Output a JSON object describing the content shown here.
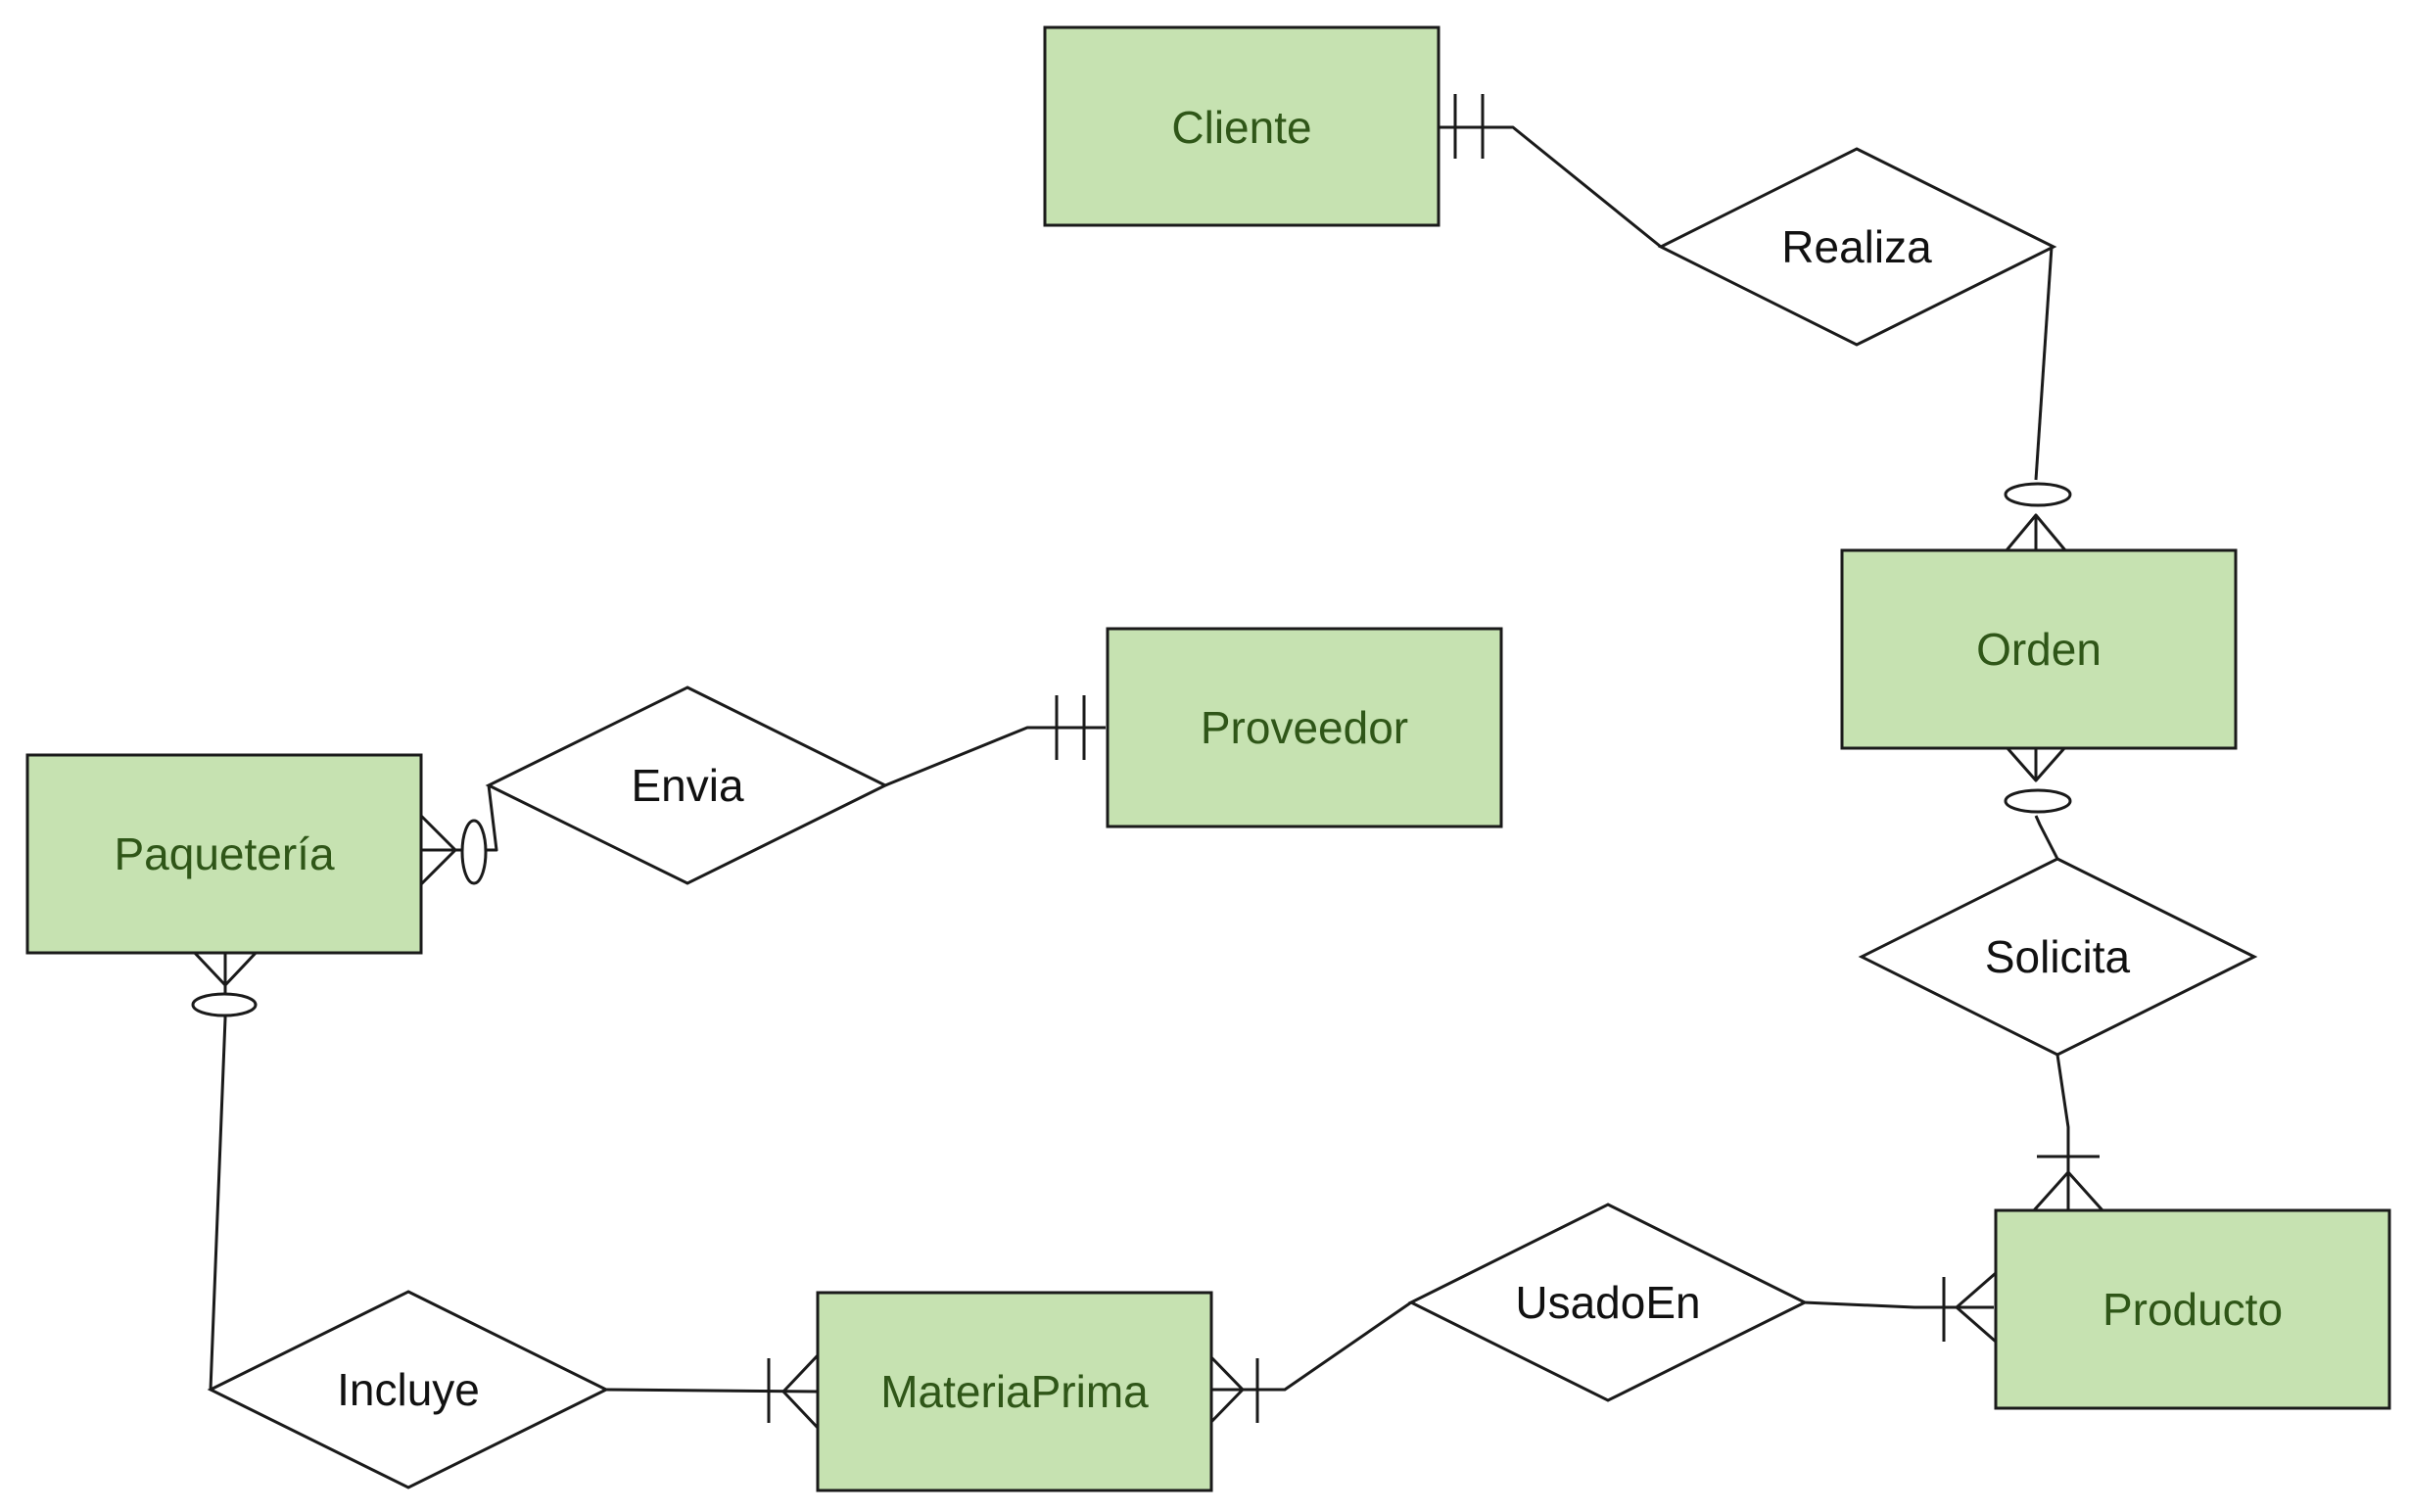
{
  "diagram": {
    "entities": {
      "cliente": "Cliente",
      "orden": "Orden",
      "proveedor": "Proveedor",
      "paqueteria": "Paquetería",
      "producto": "Producto",
      "materia_prima": "MateriaPrima"
    },
    "relationships": {
      "realiza": "Realiza",
      "solicita": "Solicita",
      "envia": "Envia",
      "usado_en": "UsadoEn",
      "incluye": "Incluye"
    },
    "cardinalities": [
      {
        "relationship": "Realiza",
        "entity": "Cliente",
        "notation": "one-and-only-one"
      },
      {
        "relationship": "Realiza",
        "entity": "Orden",
        "notation": "zero-or-many"
      },
      {
        "relationship": "Solicita",
        "entity": "Orden",
        "notation": "zero-or-many"
      },
      {
        "relationship": "Solicita",
        "entity": "Producto",
        "notation": "one-or-many"
      },
      {
        "relationship": "Envia",
        "entity": "Proveedor",
        "notation": "one-and-only-one"
      },
      {
        "relationship": "Envia",
        "entity": "Paquetería",
        "notation": "zero-or-many"
      },
      {
        "relationship": "UsadoEn",
        "entity": "Producto",
        "notation": "one-or-many"
      },
      {
        "relationship": "UsadoEn",
        "entity": "MateriaPrima",
        "notation": "one-or-many"
      },
      {
        "relationship": "Incluye",
        "entity": "Paquetería",
        "notation": "zero-or-many"
      },
      {
        "relationship": "Incluye",
        "entity": "MateriaPrima",
        "notation": "one-or-many"
      }
    ],
    "colors": {
      "entity_fill": "#c6e2b1",
      "entity_text": "#2f5618",
      "relationship_fill": "#ffffff",
      "stroke": "#1a1a1a"
    }
  }
}
